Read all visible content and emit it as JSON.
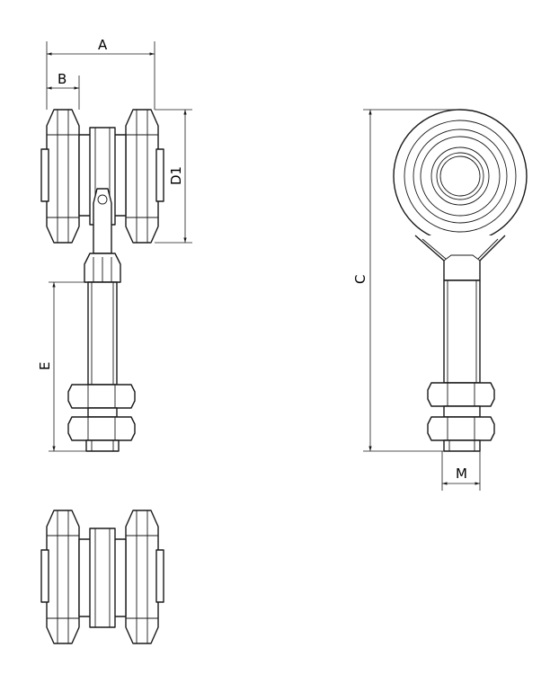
{
  "dimensions": {
    "A": "A",
    "B": "B",
    "C": "C",
    "D1": "D1",
    "E": "E",
    "M": "M"
  },
  "colors": {
    "line": "#1a1a1a",
    "background": "#ffffff"
  }
}
